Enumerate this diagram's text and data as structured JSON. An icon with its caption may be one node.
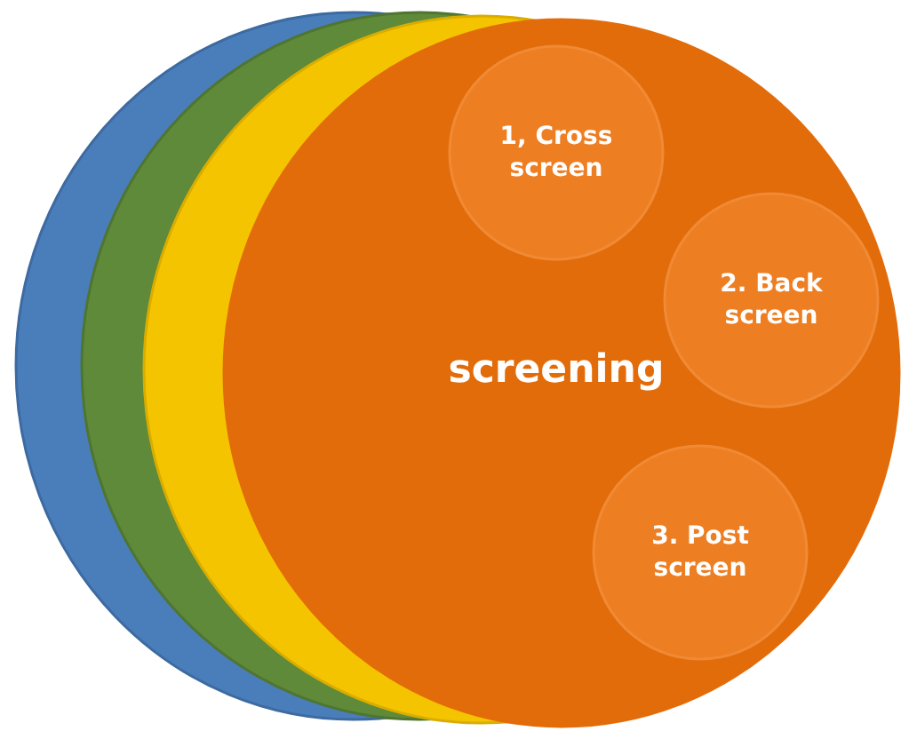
{
  "diagram": {
    "nodes": [
      {
        "text": [],
        "shape": "circle"
      },
      {
        "text": [],
        "shape": "circle"
      },
      {
        "text": [],
        "shape": "circle"
      },
      {
        "text": [
          "screening"
        ]
      },
      {
        "text": [
          "1, Cross screen"
        ]
      },
      {
        "text": [
          "2. Back screen"
        ],
        "in": 3
      },
      {
        "text": [
          "3. Post screen"
        ],
        "in": 3
      }
    ]
  }
}
